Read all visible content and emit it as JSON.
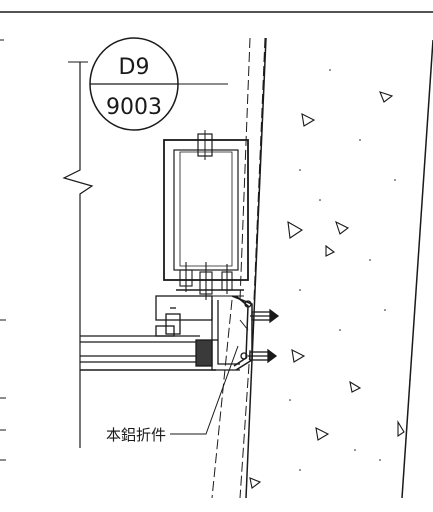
{
  "detail_callout": {
    "detail_number": "D9",
    "sheet_number": "9003"
  },
  "annotations": {
    "bracket_label": "本鋁折件"
  },
  "colors": {
    "ink": "#1a1a1a",
    "background": "#ffffff"
  }
}
